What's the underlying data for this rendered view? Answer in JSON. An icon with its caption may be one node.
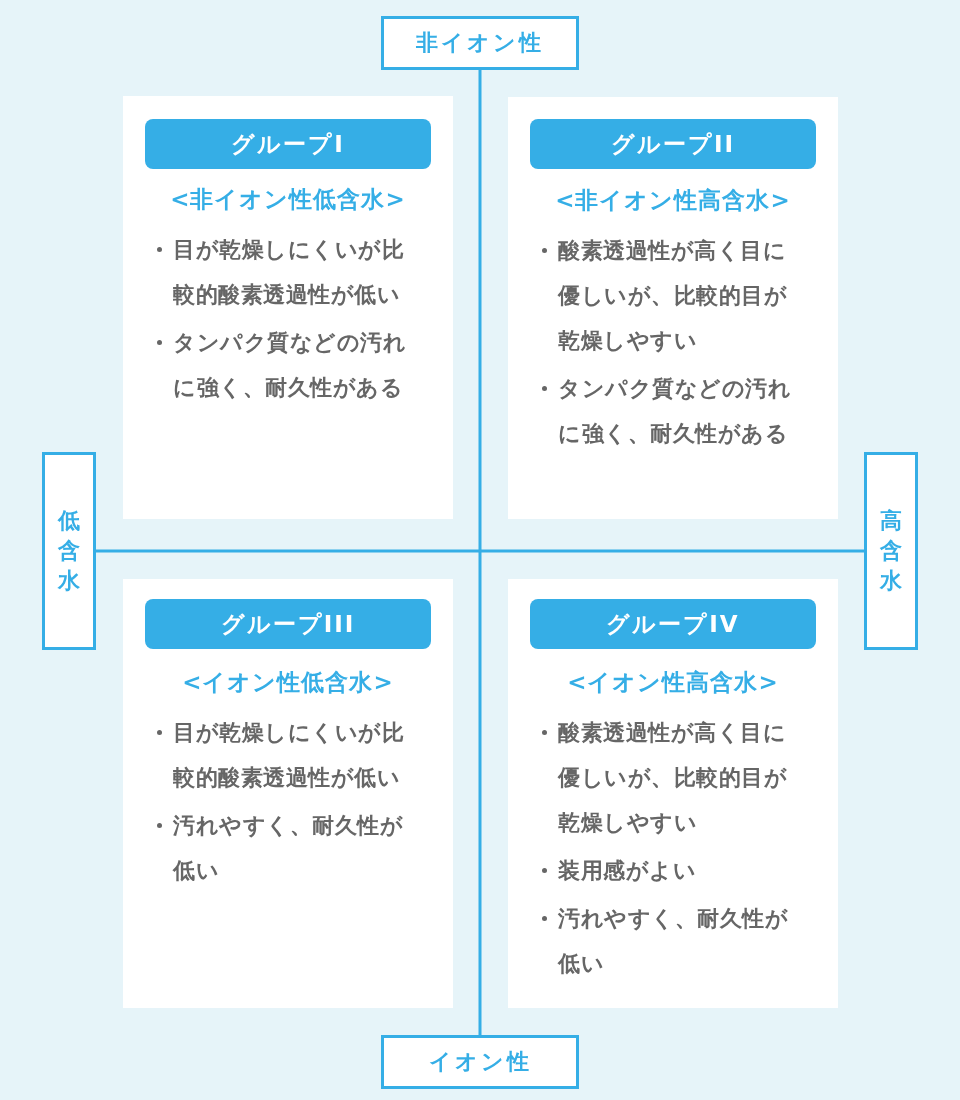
{
  "diagram": {
    "nodes": [
      {
        "text": [
          "非イオン性"
        ]
      },
      {
        "text": [
          "<非イオン性低含水>",
          "目が乾燥しにくいが比較的酸素透過性が低い",
          "タンパク質などの汚れに強く、耐久性がある"
        ]
      },
      {
        "text": [
          "グループI"
        ],
        "in": 1
      },
      {
        "text": [
          "<非イオン性高含水>",
          "酸素透過性が高く目に優しいが、比較的目が乾燥しやすい",
          "タンパク質などの汚れに強く、耐久性がある"
        ]
      },
      {
        "text": [
          "グループII"
        ],
        "in": 3
      },
      {
        "text": [
          "低含水"
        ]
      },
      {
        "text": [
          "高含水"
        ]
      },
      {
        "text": [
          "<イオン性低含水>",
          "目が乾燥しにくいが比較的酸素透過性が低い",
          "汚れやすく、耐久性が低い"
        ]
      },
      {
        "text": [
          "グループIII"
        ],
        "in": 7
      },
      {
        "text": [
          "<イオン性高含水>",
          "酸素透過性が高く目に優しいが、比較的目が乾燥しやすい",
          "装用感がよい",
          "汚れやすく、耐久性が低い"
        ]
      },
      {
        "text": [
          "グループIV"
        ],
        "in": 9
      },
      {
        "text": [
          "イオン性"
        ]
      }
    ],
    "edges": [
      {
        "from": 0,
        "to": 11,
        "arrow": "none"
      },
      {
        "from": 5,
        "to": 6,
        "arrow": "none"
      }
    ]
  }
}
